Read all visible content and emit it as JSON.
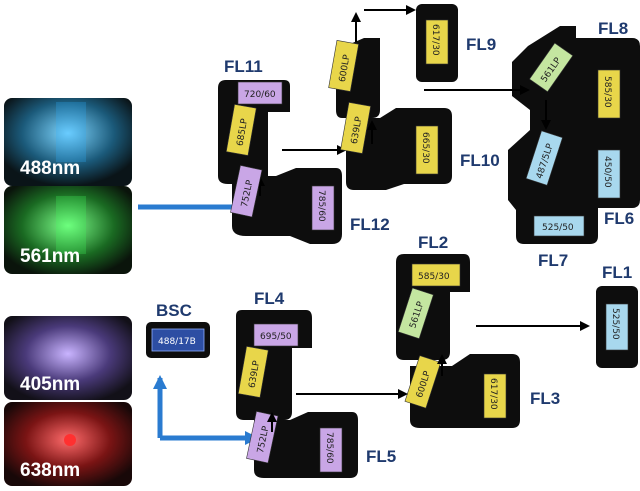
{
  "lasers": [
    {
      "label": "488nm",
      "color": "#3fb0ff"
    },
    {
      "label": "561nm",
      "color": "#3fff5a"
    },
    {
      "label": "405nm",
      "color": "#9a6cff"
    },
    {
      "label": "638nm",
      "color": "#ff2a2a"
    }
  ],
  "labels": {
    "fl1": "FL1",
    "fl2": "FL2",
    "fl3": "FL3",
    "fl4": "FL4",
    "fl5": "FL5",
    "fl6": "FL6",
    "fl7": "FL7",
    "fl8": "FL8",
    "fl9": "FL9",
    "fl10": "FL10",
    "fl11": "FL11",
    "fl12": "FL12",
    "bsc": "BSC"
  },
  "filters": {
    "f720_60": "720/60",
    "f685lp": "685LP",
    "f752lp_a": "752LP",
    "f785_60_a": "785/60",
    "f600lp_a": "600LP",
    "f617_30_a": "617/30",
    "f639lp_a": "639LP",
    "f665_30": "665/30",
    "f561lp_a": "561LP",
    "f585_30_a": "585/30",
    "f487_5lp": "487/5LP",
    "f450_50": "450/50",
    "f525_50_a": "525/50",
    "f488_17b": "488/17B",
    "f695_50": "695/50",
    "f639lp_b": "639LP",
    "f752lp_b": "752LP",
    "f785_60_b": "785/60",
    "f585_30_b": "585/30",
    "f561lp_b": "561LP",
    "f600lp_b": "600LP",
    "f617_30_b": "617/30",
    "f525_50_b": "525/50"
  },
  "colors": {
    "block": "#0d0d0d",
    "label": "#1f3a6e",
    "arrow_blue": "#2a7bd0",
    "filter_purple": "#c9a6e6",
    "filter_yellow": "#e8d64a",
    "filter_green": "#c4e6a0",
    "filter_lightblue": "#a8d8ee",
    "filter_blue": "#2d4ea3"
  }
}
